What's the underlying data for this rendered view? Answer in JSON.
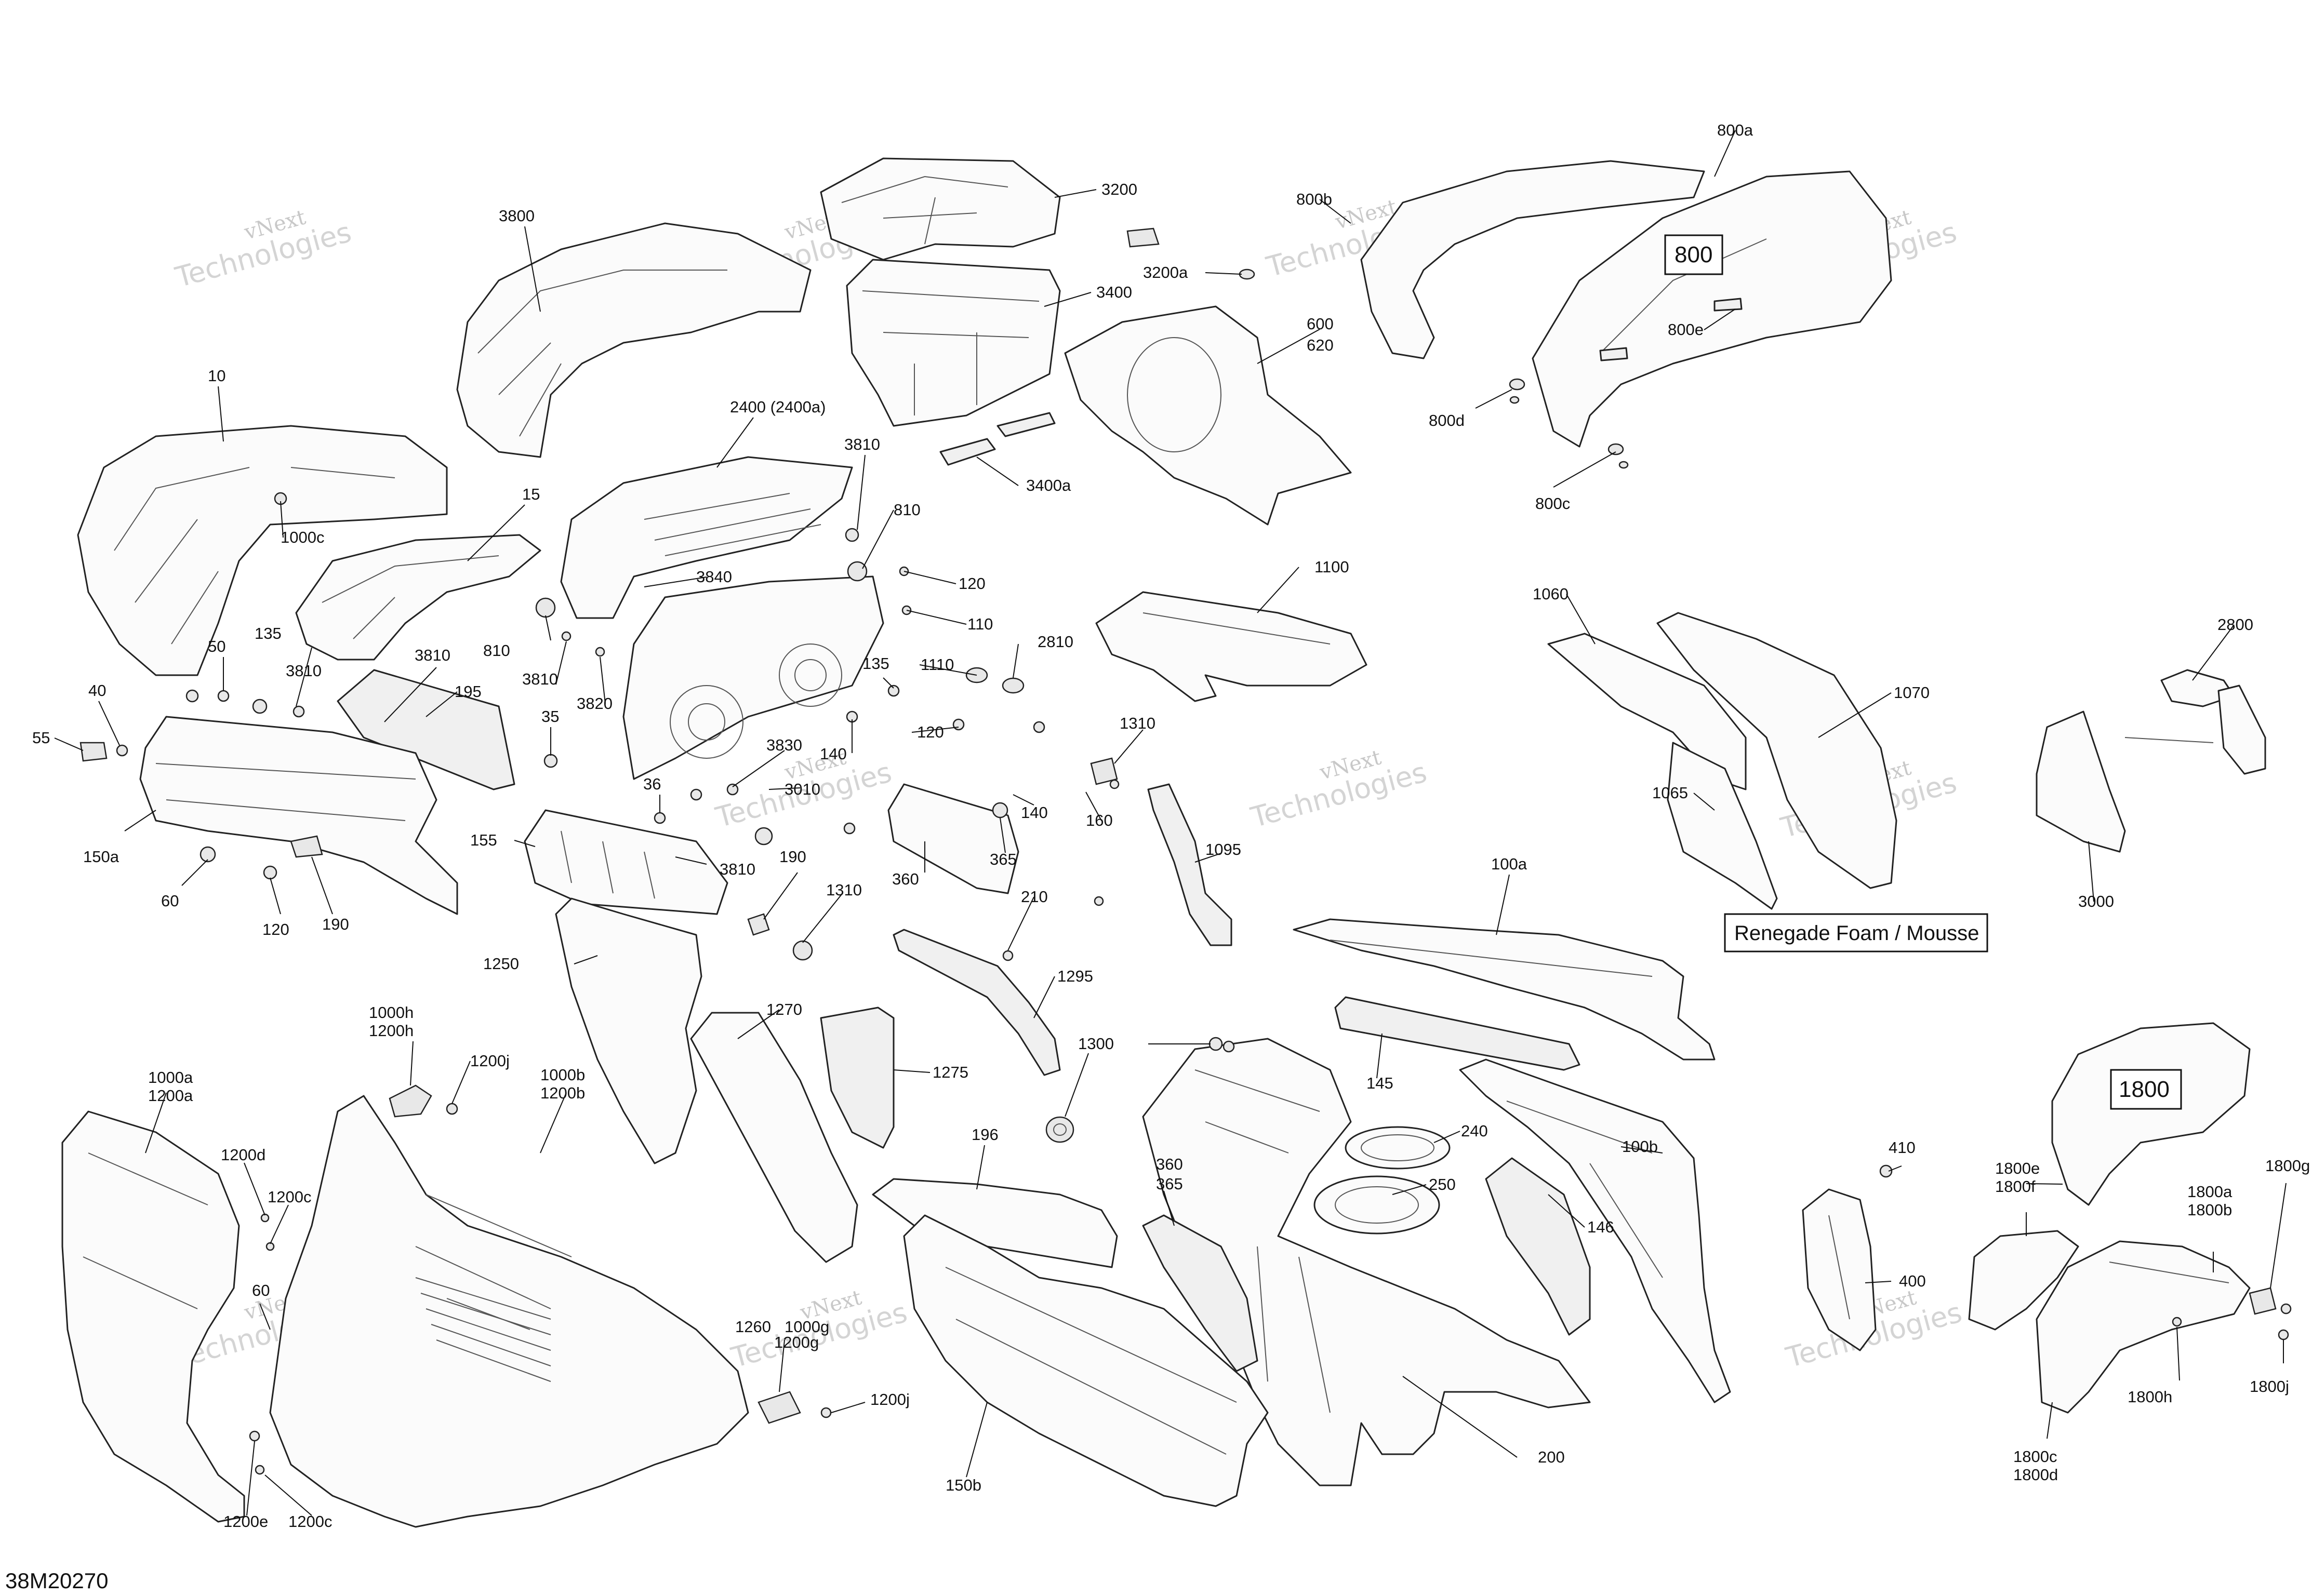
{
  "diagram_code": "38M20270",
  "watermark": [
    "vNext",
    "Technologies"
  ],
  "note": "Renegade Foam / Mousse",
  "callouts": {
    "c3200": "3200",
    "c3200a": "3200a",
    "c3400": "3400",
    "c3400a": "3400a",
    "c3800": "3800",
    "c10": "10",
    "c15": "15",
    "c1000c": "1000c",
    "c2400": "2400 (2400a)",
    "c3810a": "3810",
    "c810a": "810",
    "c120a": "120",
    "c3840": "3840",
    "c810b": "810",
    "c3810b": "3810",
    "c3820": "3820",
    "c110": "110",
    "c2810": "2810",
    "c135a": "135",
    "c1110": "1110",
    "c135b": "135",
    "c3810c": "3810",
    "c3810d": "3810",
    "c195": "195",
    "c50": "50",
    "c40": "40",
    "c55": "55",
    "c35": "35",
    "c3830": "3830",
    "c140a": "140",
    "c120b": "120",
    "c3010": "3010",
    "c36": "36",
    "c150a": "150a",
    "c60a": "60",
    "c120c": "120",
    "c190a": "190",
    "c155": "155",
    "c3810e": "3810",
    "c190b": "190",
    "c1310a": "1310",
    "c360a": "360",
    "c365a": "365",
    "c140b": "140",
    "c160": "160",
    "c1310b": "1310",
    "c210": "210",
    "c1095": "1095",
    "c600": "600",
    "c620": "620",
    "c1100": "1100",
    "c800a": "800a",
    "c800b": "800b",
    "c800": "800",
    "c800d": "800d",
    "c800e": "800e",
    "c800c": "800c",
    "c1060": "1060",
    "c1070": "1070",
    "c1065": "1065",
    "c2800": "2800",
    "c3000": "3000",
    "c100a": "100a",
    "c1250": "1250",
    "c1270": "1270",
    "c1275": "1275",
    "c1295": "1295",
    "c1300": "1300",
    "c145": "145",
    "c240": "240",
    "c250": "250",
    "c100b": "100b",
    "c146": "146",
    "c196": "196",
    "c360b": "360",
    "c365b": "365",
    "c200": "200",
    "c150b": "150b",
    "c1000h": "1000h",
    "c1200h": "1200h",
    "c1200j_a": "1200j",
    "c1000a": "1000a",
    "c1200a": "1200a",
    "c1000b": "1000b",
    "c1200b": "1200b",
    "c1200d": "1200d",
    "c1200c_a": "1200c",
    "c60b": "60",
    "c1260": "1260",
    "c1000g": "1000g",
    "c1200g": "1200g",
    "c1200j_b": "1200j",
    "c1200e": "1200e",
    "c1200c_b": "1200c",
    "c410": "410",
    "c400": "400",
    "c1800": "1800",
    "c1800e": "1800e",
    "c1800f": "1800f",
    "c1800a": "1800a",
    "c1800b": "1800b",
    "c1800g": "1800g",
    "c1800h": "1800h",
    "c1800j": "1800j",
    "c1800c": "1800c",
    "c1800d": "1800d"
  }
}
